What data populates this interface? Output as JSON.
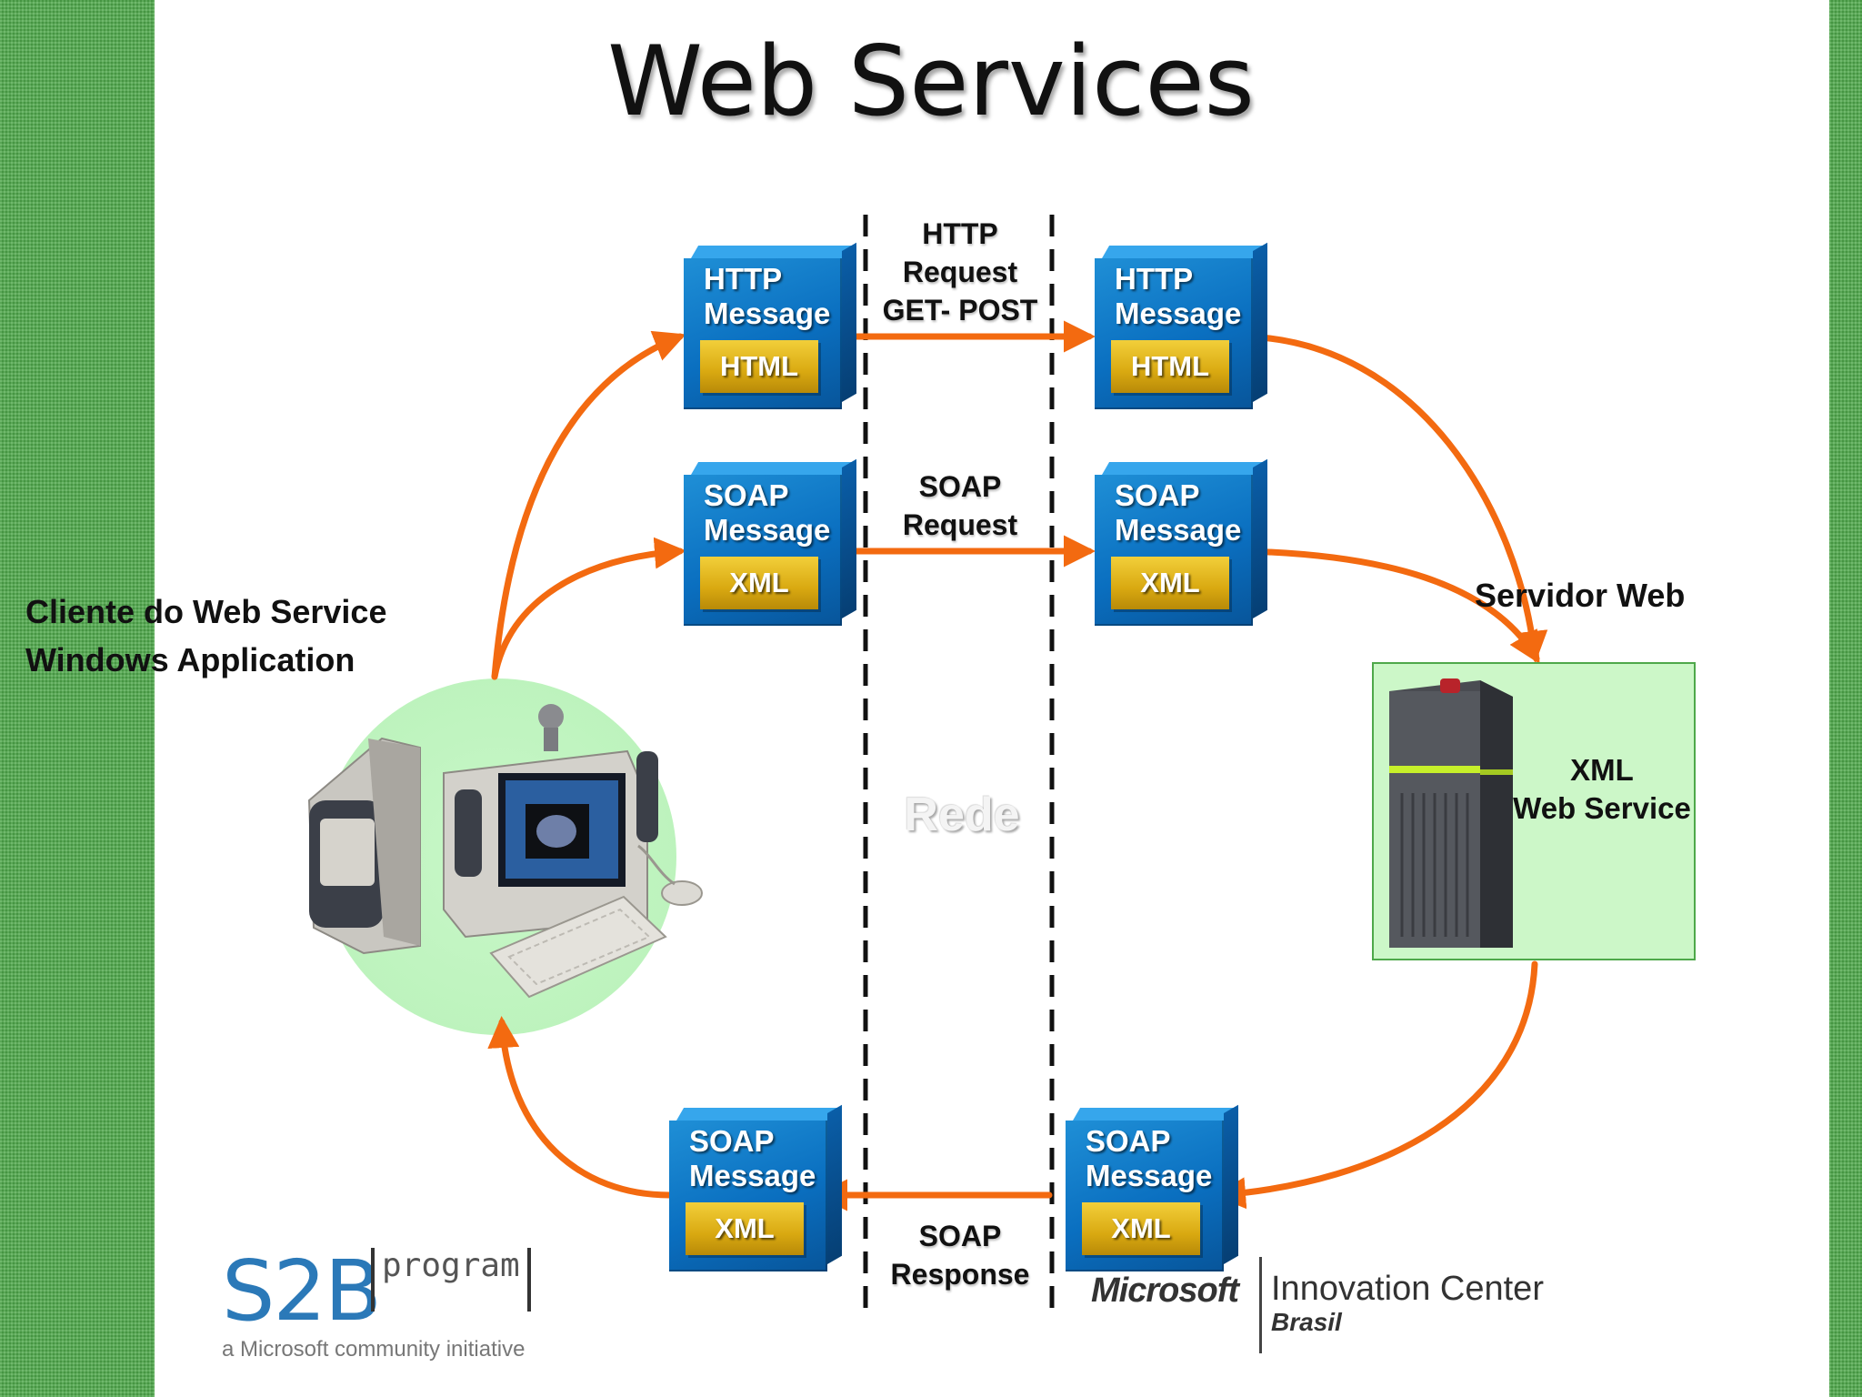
{
  "title": "Web Services",
  "network": {
    "http_request": [
      "HTTP",
      "Request",
      "GET- POST"
    ],
    "soap_request": [
      "SOAP",
      "Request"
    ],
    "soap_response": [
      "SOAP",
      "Response"
    ],
    "zone_label": "Rede"
  },
  "boxes": {
    "client_http": {
      "l1": "HTTP",
      "l2": "Message",
      "tag": "HTML"
    },
    "server_http": {
      "l1": "HTTP",
      "l2": "Message",
      "tag": "HTML"
    },
    "client_soap_req": {
      "l1": "SOAP",
      "l2": "Message",
      "tag": "XML"
    },
    "server_soap_req": {
      "l1": "SOAP",
      "l2": "Message",
      "tag": "XML"
    },
    "client_soap_resp": {
      "l1": "SOAP",
      "l2": "Message",
      "tag": "XML"
    },
    "server_soap_resp": {
      "l1": "SOAP",
      "l2": "Message",
      "tag": "XML"
    }
  },
  "client": {
    "line1": "Cliente do Web Service",
    "line2": "Windows Application"
  },
  "server": {
    "label": "Servidor Web",
    "line1": "XML",
    "line2": "Web Service"
  },
  "logos": {
    "s2b": "S2B",
    "s2b_program": "program",
    "s2b_sub": "a Microsoft community initiative",
    "microsoft": "Microsoft",
    "innovation": "Innovation Center",
    "brasil": "Brasil"
  },
  "colors": {
    "arrow": "#f36a10",
    "box": "#0a6fc0",
    "tag": "#d9a911",
    "accent_green": "#4ea84a"
  }
}
